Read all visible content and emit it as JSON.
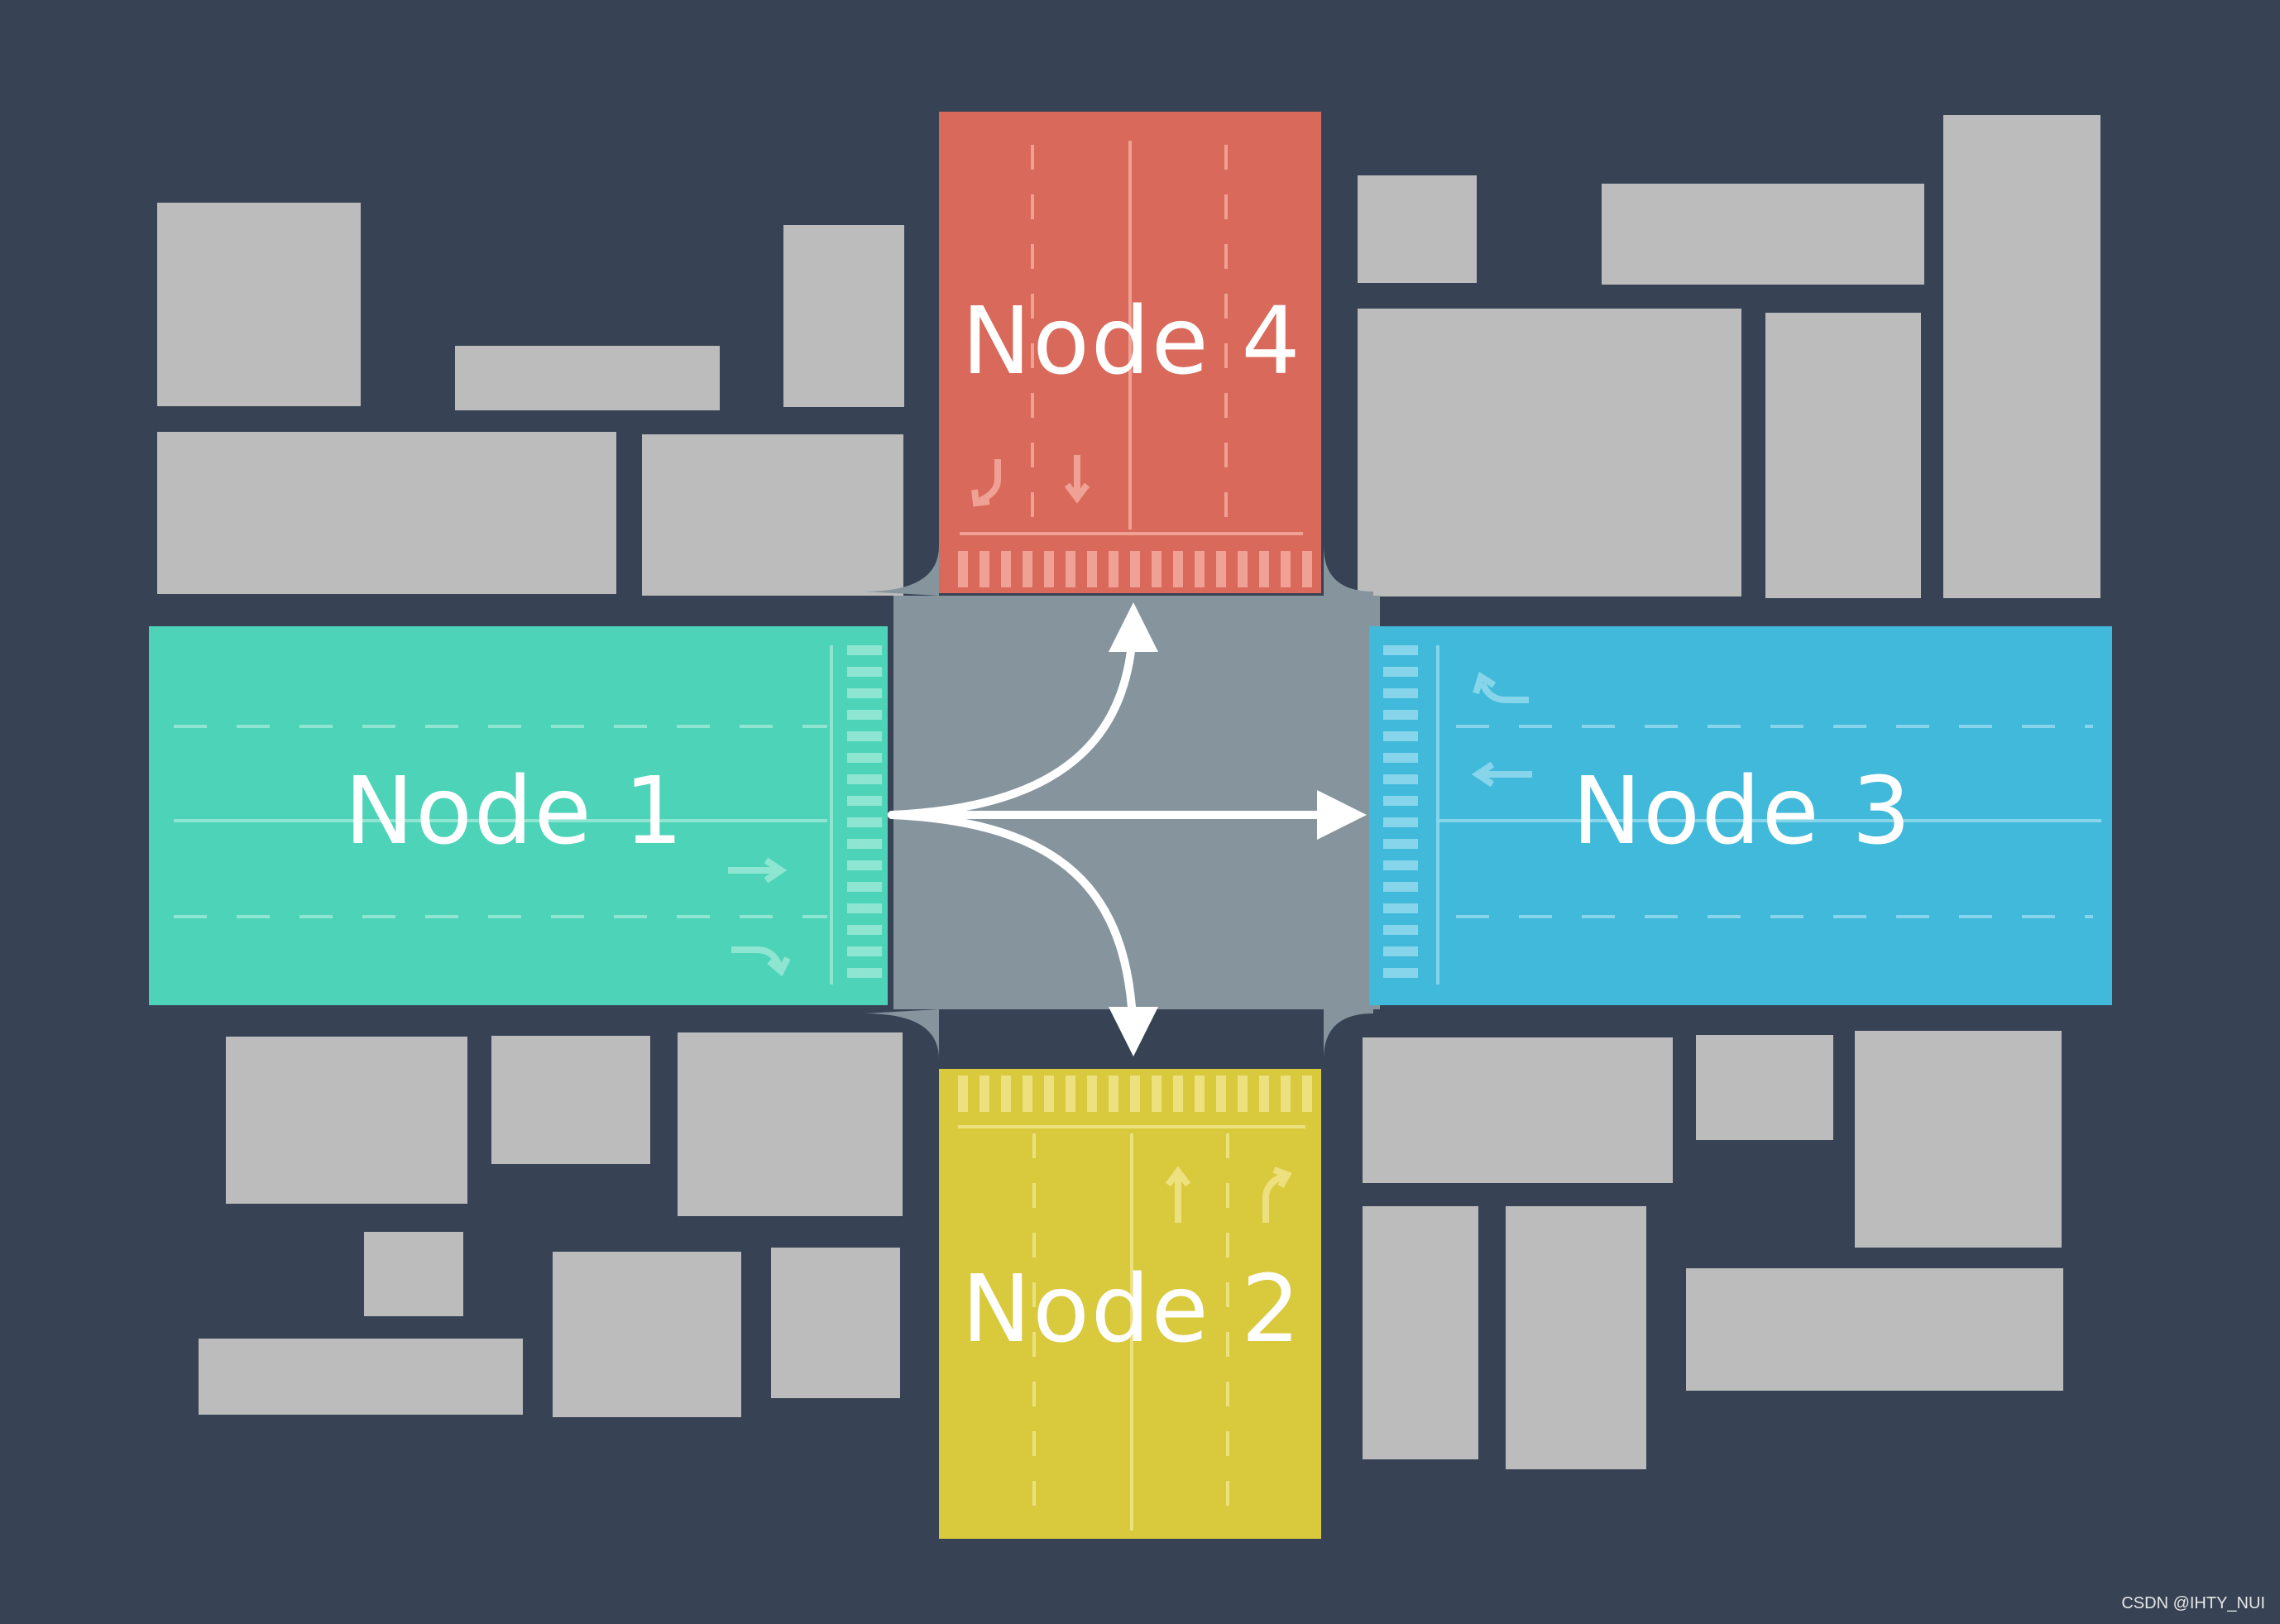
{
  "diagram": {
    "nodes": [
      {
        "id": "node1",
        "label": "Node 1",
        "color": "#4dd4b8"
      },
      {
        "id": "node2",
        "label": "Node 2",
        "color": "#d9c93d"
      },
      {
        "id": "node3",
        "label": "Node 3",
        "color": "#40b9da"
      },
      {
        "id": "node4",
        "label": "Node 4",
        "color": "#d9695a"
      }
    ],
    "edges": [
      {
        "from": "node1",
        "to": "node4"
      },
      {
        "from": "node1",
        "to": "node3"
      },
      {
        "from": "node1",
        "to": "node2"
      }
    ],
    "colors": {
      "background": "#374354",
      "intersection": "#86949e",
      "building": "#bcbcbc",
      "arrow": "#ffffff"
    }
  },
  "watermark": "CSDN @IHTY_NUI"
}
